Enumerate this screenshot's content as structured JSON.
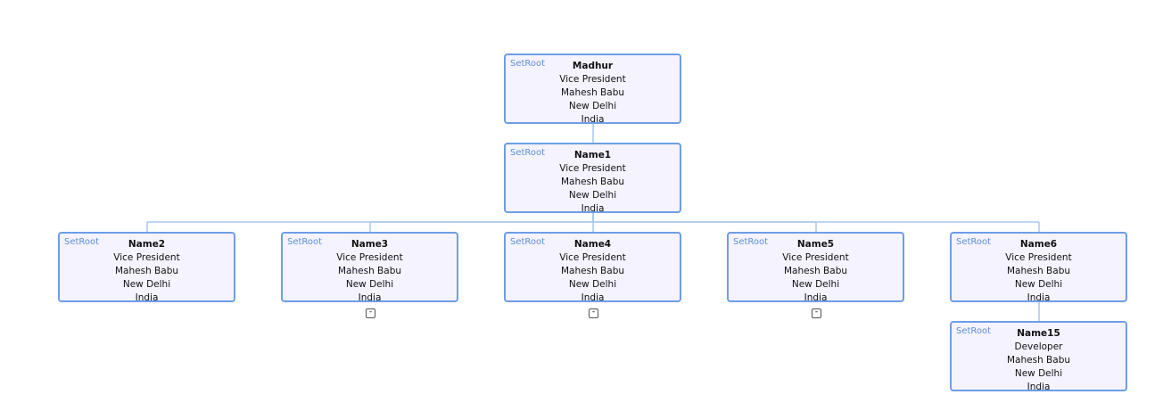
{
  "nodes": [
    {
      "id": "madhur",
      "setroot": "SetRoot",
      "name": "Madhur",
      "title": "Vice President",
      "manager": "Mahesh Babu",
      "city": "New Delhi",
      "country": "India"
    },
    {
      "id": "name1",
      "setroot": "SetRoot",
      "name": "Name1",
      "title": "Vice President",
      "manager": "Mahesh Babu",
      "city": "New Delhi",
      "country": "India"
    },
    {
      "id": "name2",
      "setroot": "SetRoot",
      "name": "Name2",
      "title": "Vice President",
      "manager": "Mahesh Babu",
      "city": "New Delhi",
      "country": "India"
    },
    {
      "id": "name3",
      "setroot": "SetRoot",
      "name": "Name3",
      "title": "Vice President",
      "manager": "Mahesh Babu",
      "city": "New Delhi",
      "country": "India",
      "toggle": "-"
    },
    {
      "id": "name4",
      "setroot": "SetRoot",
      "name": "Name4",
      "title": "Vice President",
      "manager": "Mahesh Babu",
      "city": "New Delhi",
      "country": "India",
      "toggle": "-"
    },
    {
      "id": "name5",
      "setroot": "SetRoot",
      "name": "Name5",
      "title": "Vice President",
      "manager": "Mahesh Babu",
      "city": "New Delhi",
      "country": "India",
      "toggle": "-"
    },
    {
      "id": "name6",
      "setroot": "SetRoot",
      "name": "Name6",
      "title": "Vice President",
      "manager": "Mahesh Babu",
      "city": "New Delhi",
      "country": "India"
    },
    {
      "id": "name15",
      "setroot": "SetRoot",
      "name": "Name15",
      "title": "Developer",
      "manager": "Mahesh Babu",
      "city": "New Delhi",
      "country": "India"
    }
  ],
  "links": [
    [
      "madhur",
      "name1"
    ],
    [
      "name1",
      "name2"
    ],
    [
      "name1",
      "name3"
    ],
    [
      "name1",
      "name4"
    ],
    [
      "name1",
      "name5"
    ],
    [
      "name1",
      "name6"
    ],
    [
      "name6",
      "name15"
    ]
  ],
  "colors": {
    "border": "#6d9ee6",
    "fill": "#f5f3ff",
    "link": "#a9c7ee",
    "setroot": "#5b8fd8"
  }
}
